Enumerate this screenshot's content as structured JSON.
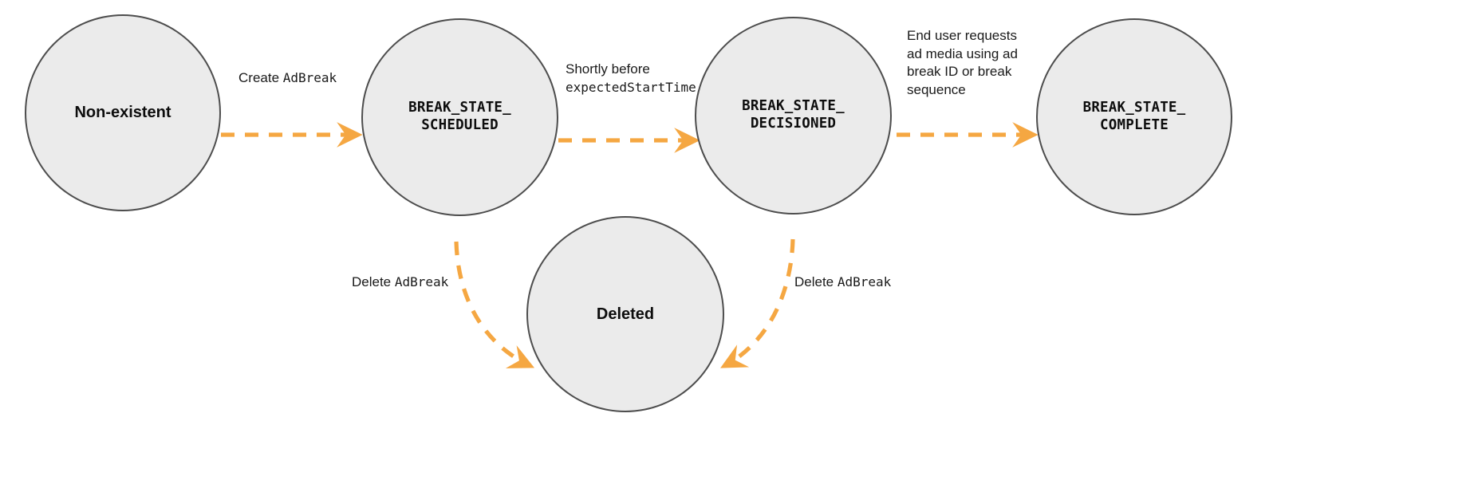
{
  "diagram": {
    "type": "state-transition-diagram",
    "background_color": "#ffffff",
    "node_fill": "#ebebeb",
    "node_stroke": "#4d4d4d",
    "edge_color": "#f5a742",
    "nodes": [
      {
        "id": "non-existent",
        "label": "Non-existent",
        "style": "sans"
      },
      {
        "id": "scheduled",
        "label": "BREAK_STATE_\nSCHEDULED",
        "style": "mono"
      },
      {
        "id": "decisioned",
        "label": "BREAK_STATE_\nDECISIONED",
        "style": "mono"
      },
      {
        "id": "complete",
        "label": "BREAK_STATE_\nCOMPLETE",
        "style": "mono"
      },
      {
        "id": "deleted",
        "label": "Deleted",
        "style": "sans"
      }
    ],
    "edges": [
      {
        "id": "create",
        "from": "non-existent",
        "to": "scheduled",
        "label_parts": [
          {
            "text": "Create ",
            "style": "sans"
          },
          {
            "text": "AdBreak",
            "style": "mono"
          }
        ]
      },
      {
        "id": "shortly-before",
        "from": "scheduled",
        "to": "decisioned",
        "label_parts": [
          {
            "text": "Shortly before\n",
            "style": "sans"
          },
          {
            "text": "expectedStartTime",
            "style": "mono"
          }
        ]
      },
      {
        "id": "end-user-requests",
        "from": "decisioned",
        "to": "complete",
        "label_parts": [
          {
            "text": "End user requests\nad media using ad\nbreak ID or break\nsequence",
            "style": "sans"
          }
        ]
      },
      {
        "id": "delete-from-scheduled",
        "from": "scheduled",
        "to": "deleted",
        "label_parts": [
          {
            "text": "Delete ",
            "style": "sans"
          },
          {
            "text": "AdBreak",
            "style": "mono"
          }
        ]
      },
      {
        "id": "delete-from-decisioned",
        "from": "decisioned",
        "to": "deleted",
        "label_parts": [
          {
            "text": "Delete ",
            "style": "sans"
          },
          {
            "text": "AdBreak",
            "style": "mono"
          }
        ]
      }
    ]
  }
}
